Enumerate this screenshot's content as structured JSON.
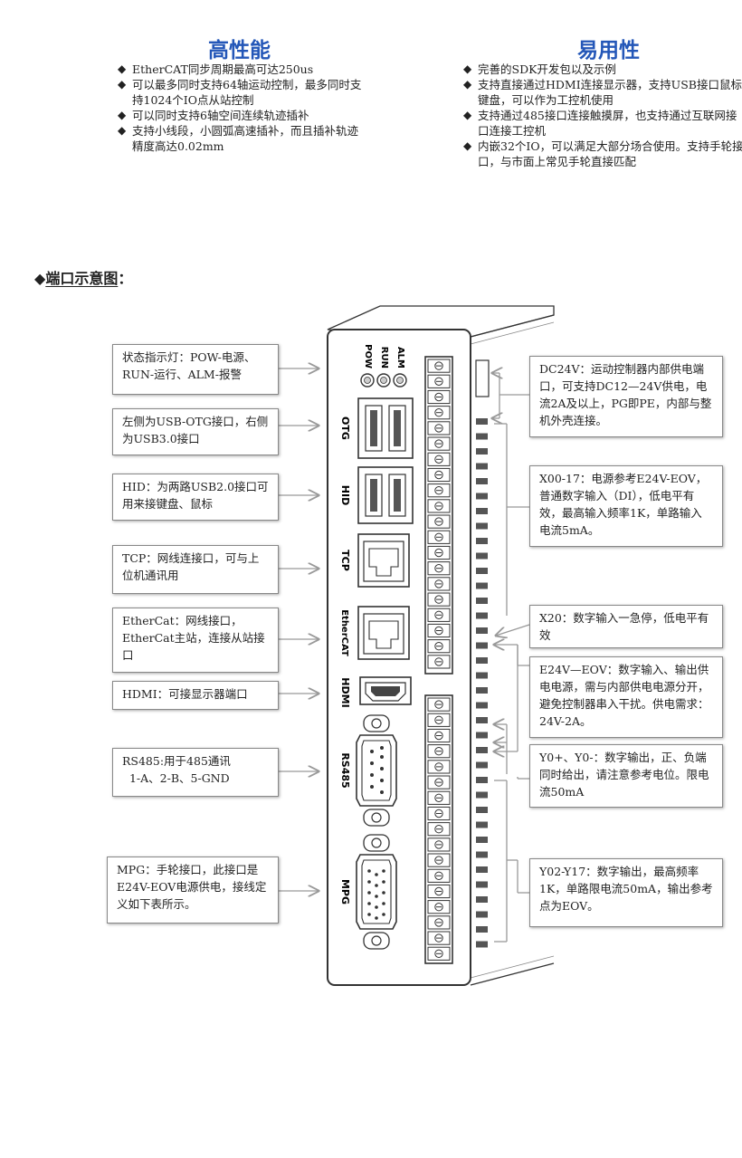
{
  "left_column": {
    "title": "高性能",
    "items": [
      "EtherCAT同步周期最高可达250us",
      "可以最多同时支持64轴运动控制，最多同时支持1024个IO点从站控制",
      "可以同时支持6轴空间连续轨迹插补",
      "支持小线段，小圆弧高速插补，而且插补轨迹精度高达0.02mm"
    ]
  },
  "right_column": {
    "title": "易用性",
    "items": [
      "完善的SDK开发包以及示例",
      "支持直接通过HDMI连接显示器，支持USB接口鼠标键盘，可以作为工控机使用",
      "支持通过485接口连接触摸屏，也支持通过互联网接口连接工控机",
      "内嵌32个IO，可以满足大部分场合使用。支持手轮接口，与市面上常见手轮直接匹配"
    ]
  },
  "section": {
    "title": "端口示意图",
    "suffix": "："
  },
  "device": {
    "leds": [
      "POW",
      "RUN",
      "ALM"
    ],
    "ports": [
      "OTG",
      "HID",
      "TCP",
      "EtherCAT",
      "HDMI",
      "RS485",
      "MPG"
    ]
  },
  "callouts_left": [
    "状态指示灯：POW-电源、RUN-运行、ALM-报警",
    "左侧为USB-OTG接口，右侧为USB3.0接口",
    "HID：为两路USB2.0接口可用来接键盘、鼠标",
    "TCP：网线连接口，可与上位机通讯用",
    "EtherCat：网线接口，EtherCat主站，连接从站接口",
    "HDMI：可接显示器端口",
    "RS485:用于485通讯\n  1-A、2-B、5-GND",
    "MPG：手轮接口，此接口是E24V-EOV电源供电，接线定义如下表所示。"
  ],
  "callouts_right": [
    "DC24V：运动控制器内部供电端口，可支持DC12—24V供电，电流2A及以上，PG即PE，内部与整机外壳连接。",
    "X00-17：电源参考E24V-EOV，普通数字输入（DI），低电平有效，最高输入频率1K，单路输入电流5mA。",
    "X20：数字输入一急停，低电平有效",
    "E24V—EOV：数字输入、输出供电电源，需与内部供电电源分开，避免控制器串入干扰。供电需求：24V-2A。",
    "Y0+、Y0-：数字输出，正、负端同时给出，请注意参考电位。限电流50mA",
    "Y02-Y17：数字输出，最高频率1K，单路限电流50mA，输出参考点为EOV。"
  ],
  "colors": {
    "title_blue": "#2457b8",
    "arrow": "#999999"
  }
}
